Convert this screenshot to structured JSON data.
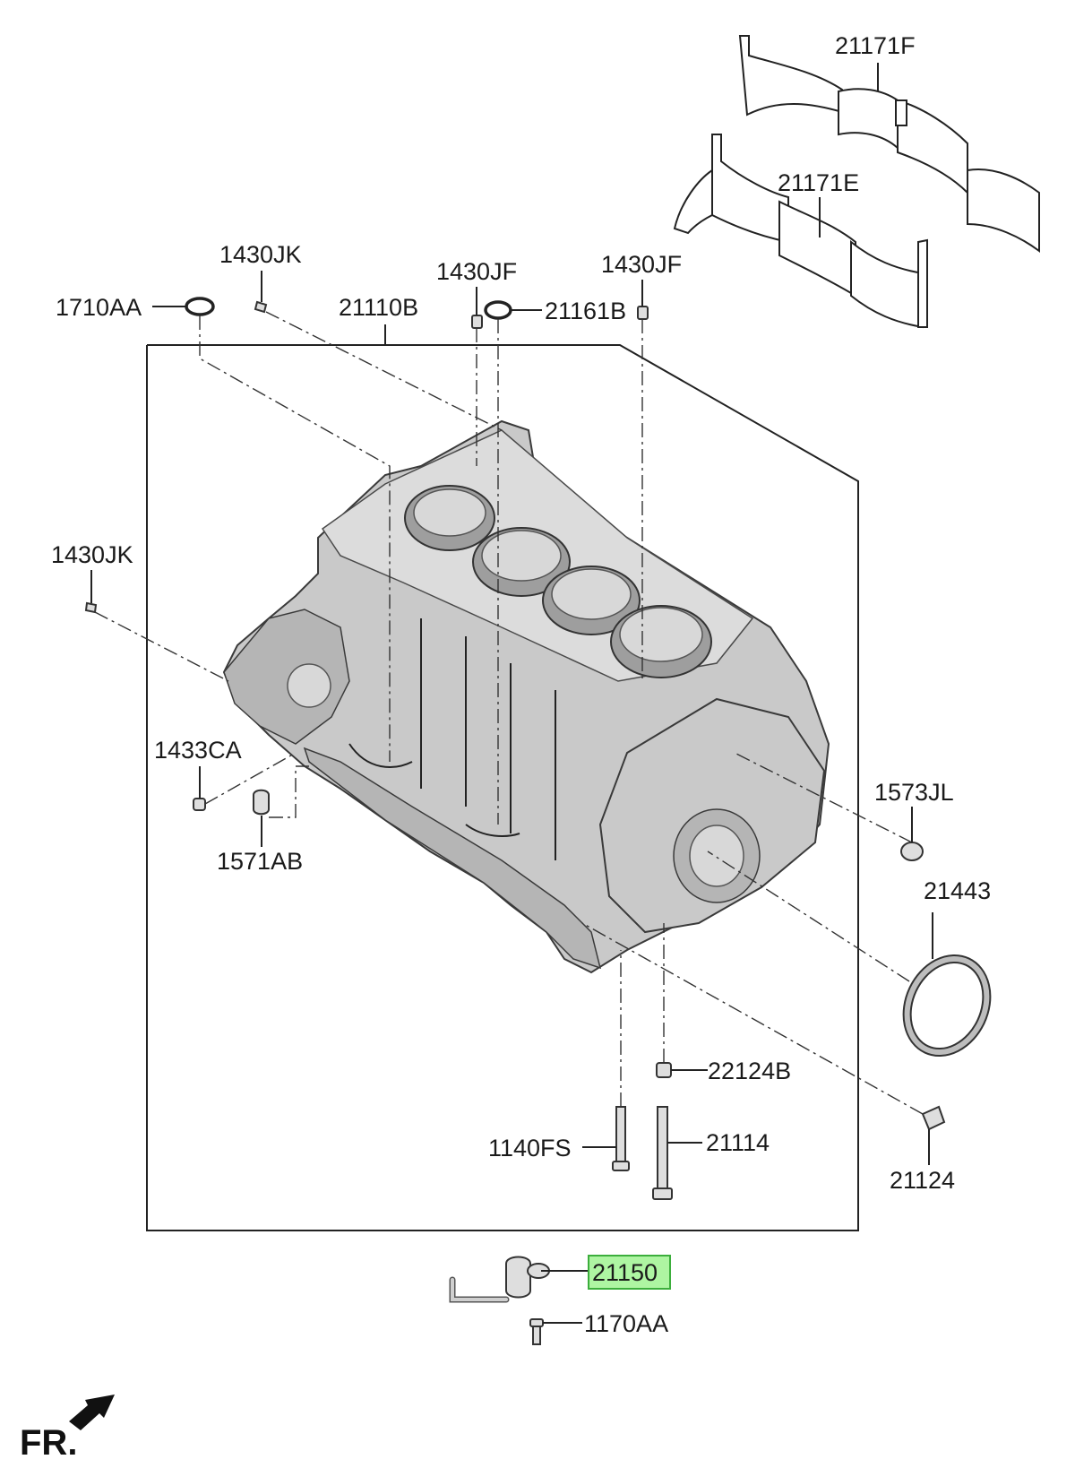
{
  "labels": {
    "bearing_upper": "21171F",
    "bearing_lower": "21171E",
    "pin_top_left": "1430JK",
    "pin_top_mid": "1430JF",
    "pin_top_right": "1430JF",
    "oring_left": "1710AA",
    "block": "21110B",
    "oring_mid": "21161B",
    "pin_side_left": "1430JK",
    "plug_left": "1433CA",
    "plug_cup": "1571AB",
    "plug_right": "1573JL",
    "seal_ring": "21443",
    "sleeve": "22124B",
    "bolt_short": "1140FS",
    "bolt_long": "21114",
    "dowel_right": "21124",
    "oil_jet": "21150",
    "oil_jet_bolt": "1170AA"
  },
  "highlight": {
    "part": "21150",
    "fill_color": "#aef5a2",
    "border_color": "#3cae3c"
  },
  "front_marker": "FR.",
  "colors": {
    "block_fill": "#c9c9c9",
    "line": "#222222"
  }
}
